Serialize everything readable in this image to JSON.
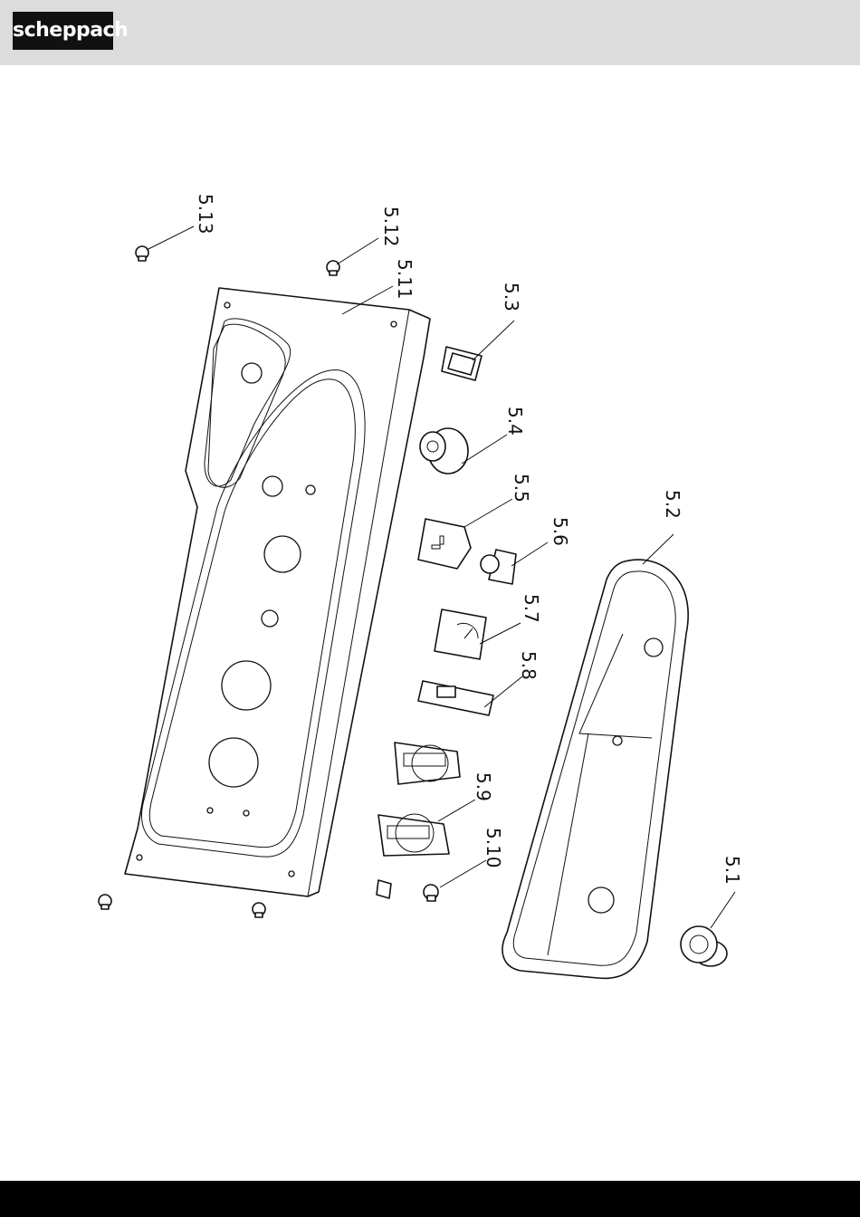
{
  "brand": {
    "logo_text": "scheppach",
    "logo_color": "#111111",
    "header_bg": "#dcdcdc",
    "footer_bg": "#000000"
  },
  "labels": {
    "p5_1": "5.1",
    "p5_2": "5.2",
    "p5_3": "5.3",
    "p5_4": "5.4",
    "p5_5": "5.5",
    "p5_6": "5.6",
    "p5_7": "5.7",
    "p5_8": "5.8",
    "p5_9": "5.9",
    "p5_10": "5.10",
    "p5_11": "5.11",
    "p5_12": "5.12",
    "p5_13": "5.13"
  }
}
